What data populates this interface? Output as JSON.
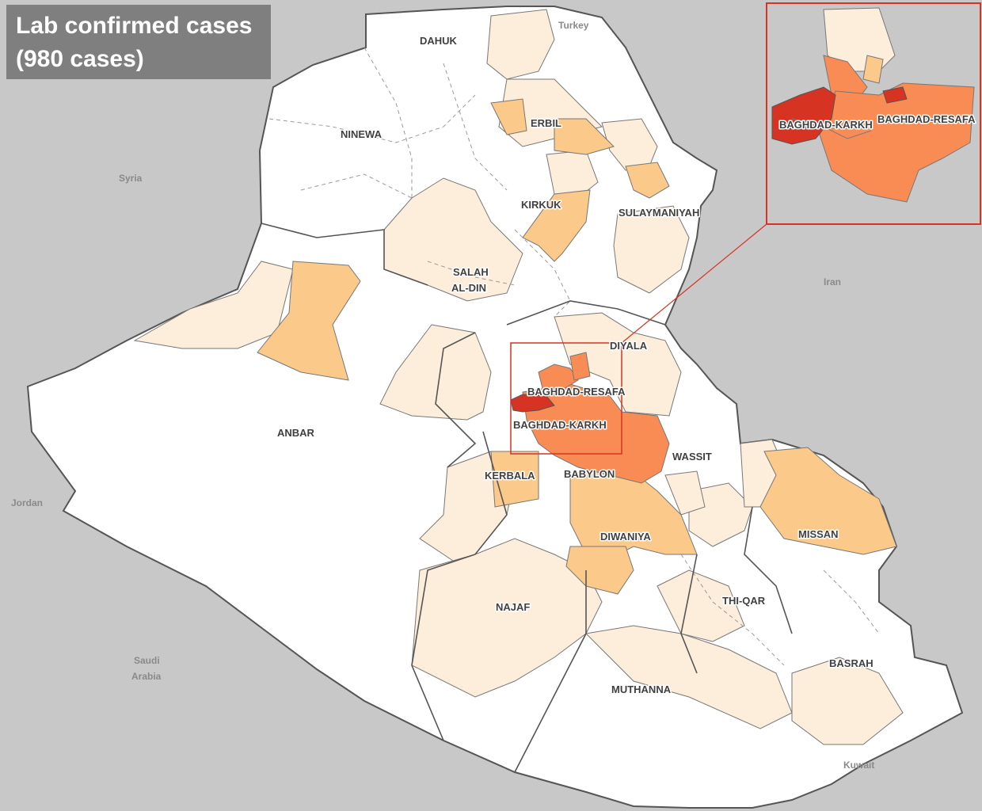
{
  "title": {
    "line1": "Lab confirmed cases",
    "line2": "(980 cases)"
  },
  "colors": {
    "background": "#c8c8c8",
    "no_cases": "#ffffff",
    "level_1": "#fdeedb",
    "level_2": "#fbc98a",
    "level_3": "#f98c55",
    "level_4": "#d73322",
    "border": "#555555"
  },
  "countries": {
    "turkey": "Turkey",
    "syria": "Syria",
    "iran": "Iran",
    "jordan": "Jordan",
    "saudi_line1": "Saudi",
    "saudi_line2": "Arabia",
    "kuwait": "Kuwait"
  },
  "governorates": {
    "dahuk": "DAHUK",
    "ninewa": "NINEWA",
    "erbil": "ERBIL",
    "kirkuk": "KIRKUK",
    "sulaymaniyah": "SULAYMANIYAH",
    "salah_line1": "SALAH",
    "salah_line2": "AL-DIN",
    "diyala": "DIYALA",
    "resafa": "BAGHDAD-RESAFA",
    "karkh": "BAGHDAD-KARKH",
    "anbar": "ANBAR",
    "wassit": "WASSIT",
    "kerbala": "KERBALA",
    "babylon": "BABYLON",
    "diwaniya": "DIWANIYA",
    "missan": "MISSAN",
    "najaf": "NAJAF",
    "thiqar": "THI-QAR",
    "basrah": "BASRAH",
    "muthanna": "MUTHANNA"
  },
  "inset": {
    "karkh": "BAGHDAD-KARKH",
    "resafa": "BAGHDAD-RESAFA"
  }
}
